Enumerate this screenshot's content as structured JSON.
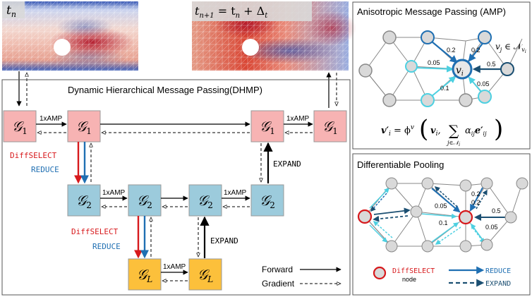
{
  "flow": {
    "t_left": "t",
    "t_left_sub": "n",
    "t_right_lhs": "t",
    "t_right_lhs_sub": "n+1",
    "t_right_eq": " = t",
    "t_right_eq_sub": "n",
    "t_right_plus": " + Δ",
    "t_right_plus_sub": "t"
  },
  "dhmp": {
    "title": "Dynamic Hierarchical Message Passing(DHMP)",
    "amp_label": "1xAMP",
    "diffselect": "DiffSELECT",
    "reduce": "REDUCE",
    "expand": "EXPAND",
    "g_letter": "𝒢",
    "sub1": "1",
    "sub2": "2",
    "subL": "L",
    "legend_forward": "Forward",
    "legend_gradient": "Gradient"
  },
  "amp": {
    "title": "Anisotropic Message Passing (AMP)",
    "vj": "v",
    "vj_sub": "j",
    "vj_in": " ∈ 𝒩",
    "vj_in_sub": "v",
    "vj_in_subsub": "i",
    "vi": "v",
    "vi_sub": "i",
    "w_02a": "0.2",
    "w_02b": "0.2",
    "w_05a": "0.05",
    "w_05": "0.5",
    "w_01": "0.1",
    "w_05b": "0.05",
    "formula_lhs": "v′",
    "formula_lhs_sub": "i",
    "formula_eq": " = ϕ",
    "formula_phi_sup": "v",
    "formula_open": "(",
    "formula_vi": "v",
    "formula_vi_sub": "i",
    "formula_comma": ",",
    "formula_sum": "∑",
    "formula_sum_sub": "j∈𝒩",
    "formula_sum_subsub": "i",
    "formula_alpha": "α",
    "formula_alpha_sub": "ij",
    "formula_e": "e′",
    "formula_e_sub": "ij",
    "formula_close": ")"
  },
  "pool": {
    "title": "Differentiable Pooling",
    "w_02a": "0.2",
    "w_02b": "0.2",
    "w_005a": "0.05",
    "w_05": "0.5",
    "w_01": "0.1",
    "w_005b": "0.05",
    "legend_diffselect": "DiffSELECT",
    "legend_node": "node",
    "legend_reduce": "REDUCE",
    "legend_expand": "EXPAND"
  },
  "colors": {
    "g1": "#f7b3b3",
    "g2": "#9ccbdc",
    "gL": "#fcc03b",
    "red": "#d7191c",
    "blue": "#1f6fb2",
    "dark": "#1b4f72",
    "cyan": "#4dd0e1"
  }
}
